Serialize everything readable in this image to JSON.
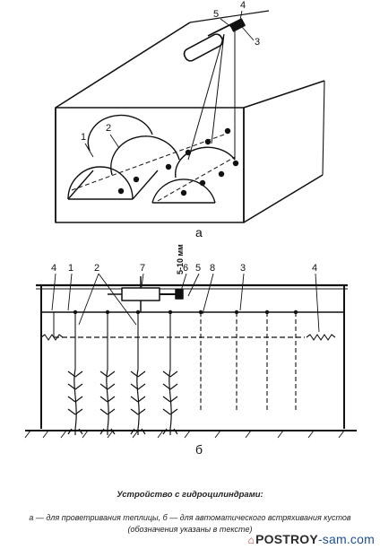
{
  "figure_a": {
    "panel_label": "а",
    "callouts": [
      "1",
      "2",
      "3",
      "4",
      "5"
    ]
  },
  "figure_b": {
    "panel_label": "б",
    "callouts": [
      "4",
      "1",
      "2",
      "7",
      "5-10 мм",
      "6",
      "5",
      "8",
      "3",
      "4"
    ]
  },
  "caption": {
    "title": "Устройство с гидроцилиндрами:",
    "line1": "а — для проветривания теплицы, б — для автоматического встряхивания кустов",
    "line2": "(обозначения указаны в тексте)"
  },
  "watermark": {
    "brand": "POSTROY",
    "suffix": "-sam.com",
    "icon": "house-icon"
  }
}
